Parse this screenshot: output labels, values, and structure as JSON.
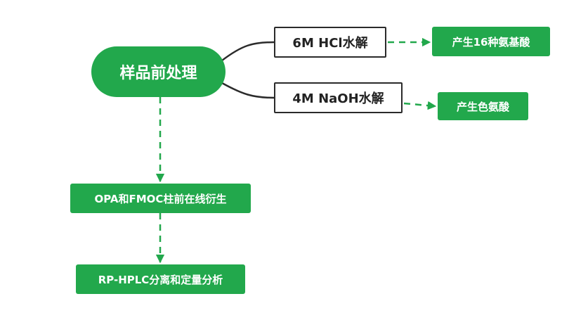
{
  "root": {
    "label": "样品前处理"
  },
  "hydrolysis": [
    {
      "label": "6M HCl水解",
      "result": "产生16种氨基酸"
    },
    {
      "label": "4M NaOH水解",
      "result": "产生色氨酸"
    }
  ],
  "steps": [
    {
      "label": "OPA和FMOC柱前在线衍生"
    },
    {
      "label": "RP-HPLC分离和定量分析"
    }
  ],
  "colors": {
    "green": "#22a84c",
    "outline": "#2b2b2b",
    "text_on_green": "#ffffff"
  }
}
